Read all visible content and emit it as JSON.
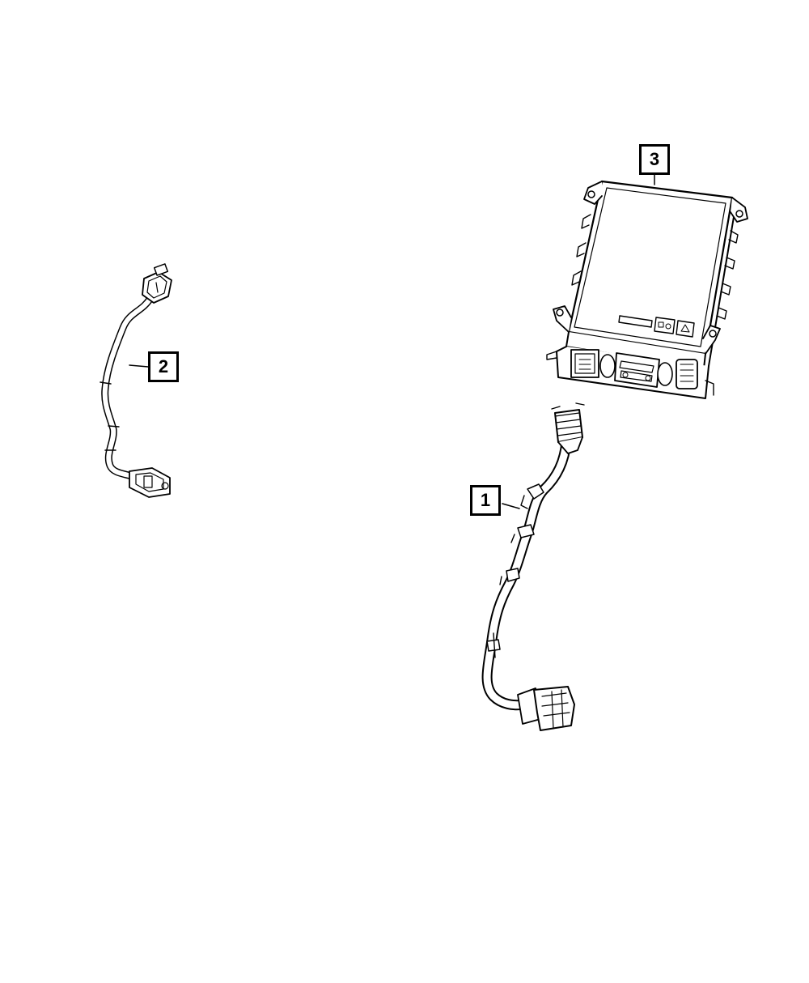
{
  "callouts": {
    "part_1": "1",
    "part_2": "2",
    "part_3": "3"
  },
  "parts": [
    {
      "callout": "1",
      "icon": "wiring-harness-icon"
    },
    {
      "callout": "2",
      "icon": "wiring-harness-icon"
    },
    {
      "callout": "3",
      "icon": "charger-module-icon"
    }
  ],
  "colors": {
    "line": "#000000",
    "background": "#ffffff"
  }
}
